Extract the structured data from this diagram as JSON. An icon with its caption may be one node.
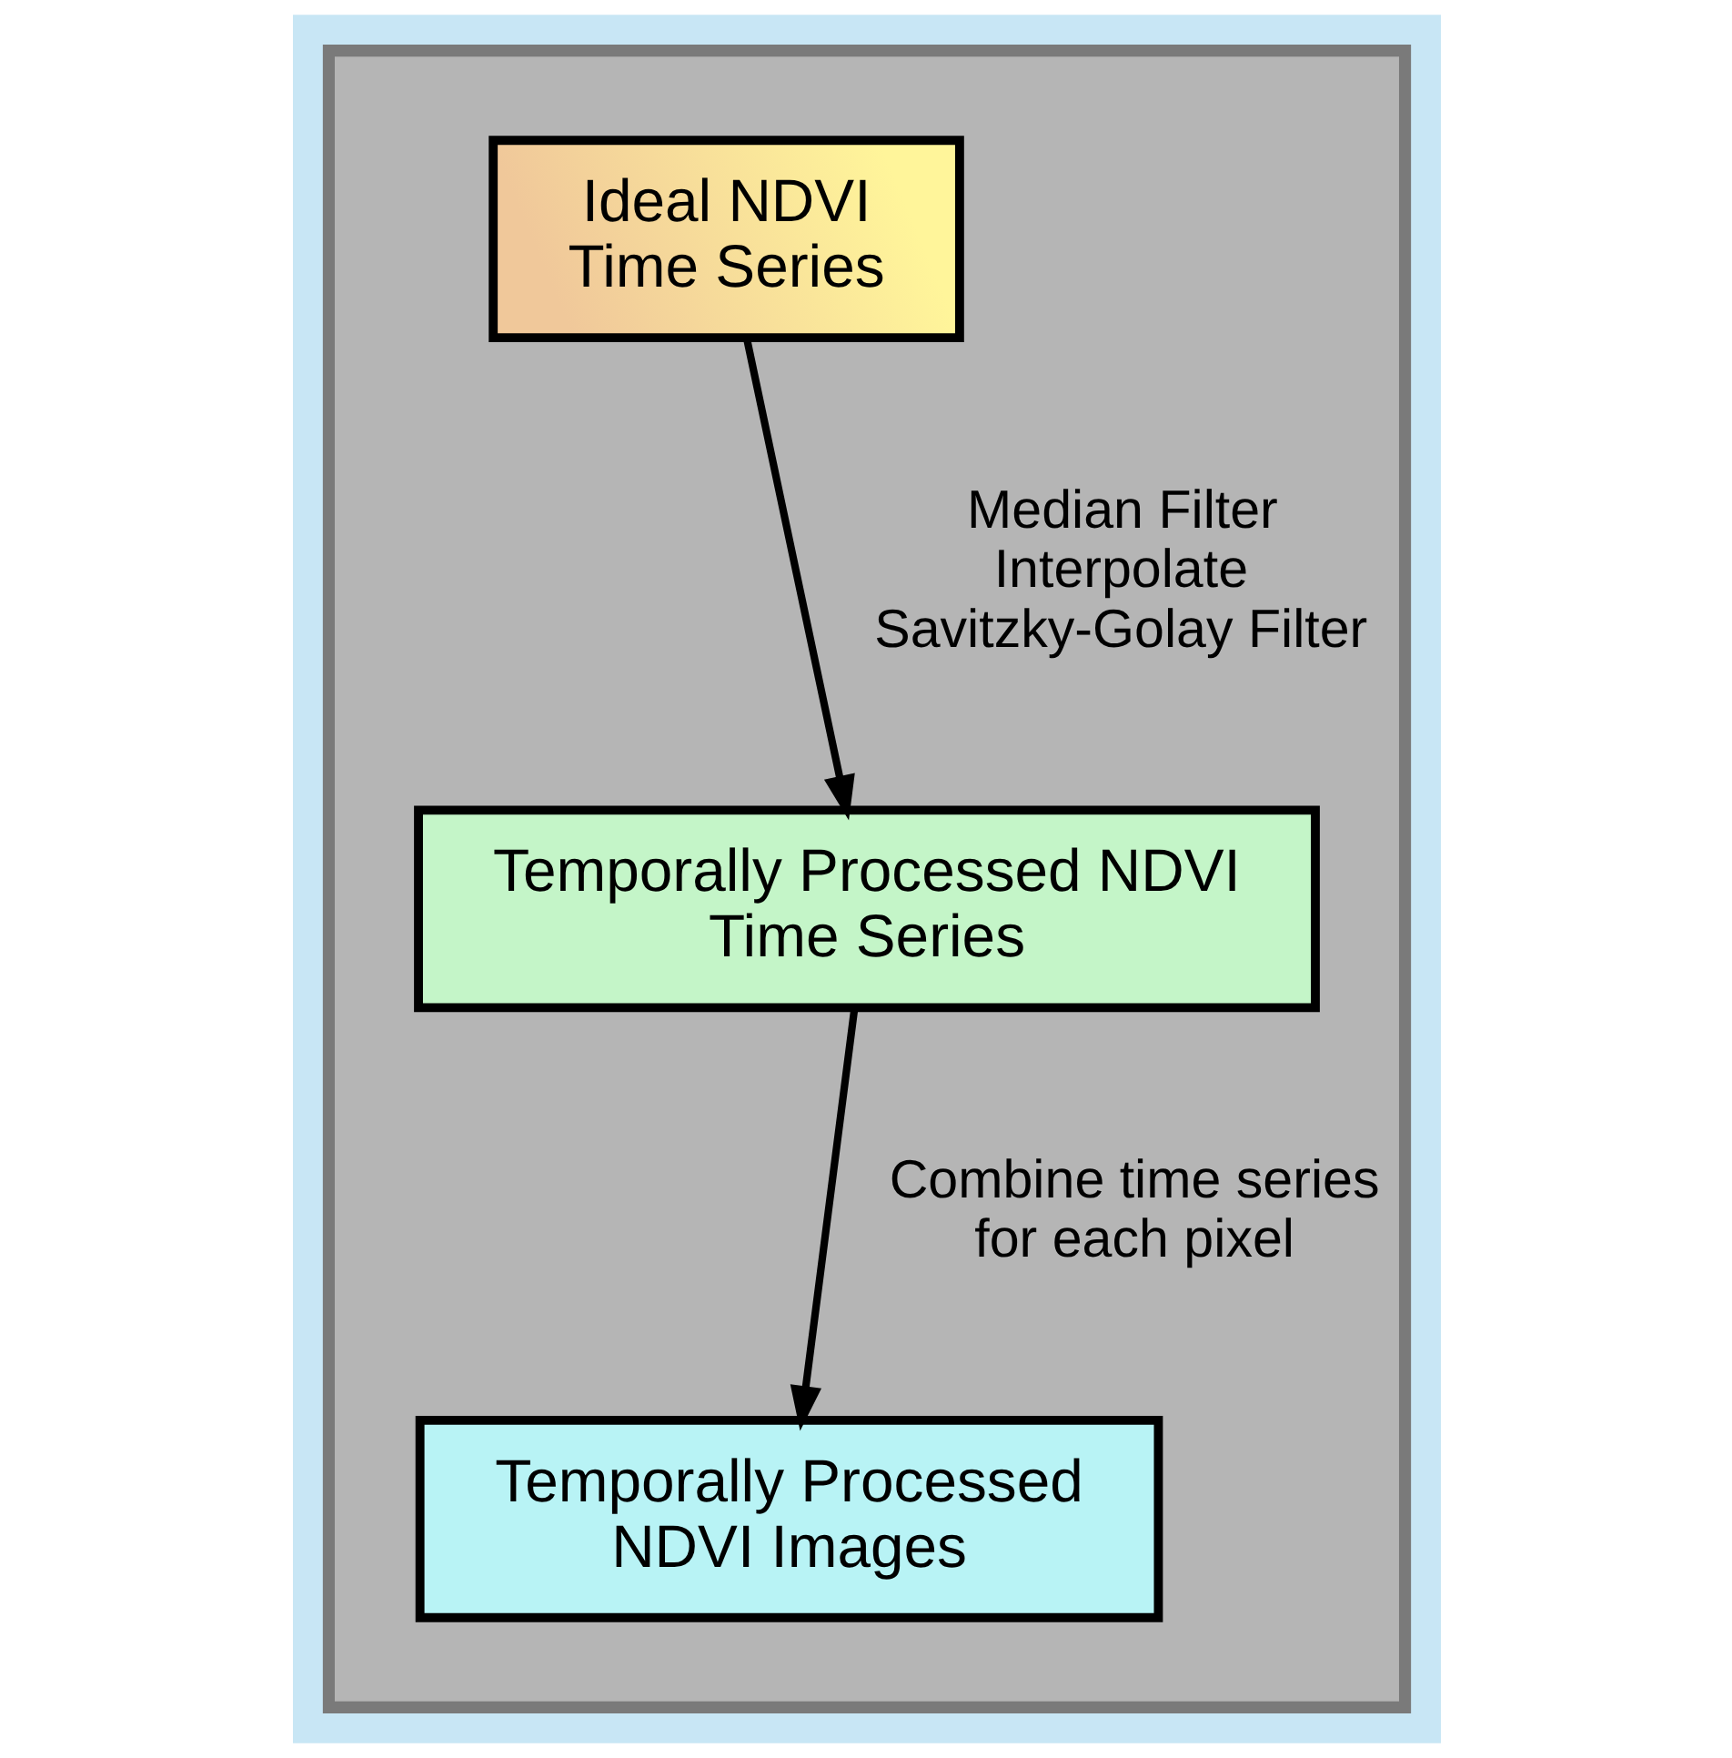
{
  "diagram": {
    "nodes": [
      {
        "text": [],
        "shape": "box"
      },
      {
        "text": [
          "Ideal NDVI Time Series"
        ],
        "in": 0
      },
      {
        "text": [
          "Temporally Processed NDVI Time Series"
        ],
        "in": 0
      },
      {
        "text": [
          "Temporally Processed NDVI Images"
        ],
        "in": 0
      }
    ],
    "edges": [
      {
        "from": 1,
        "to": 2,
        "arrow": "to",
        "label": "Median Filter Interpolate Savitzky-Golay Filter"
      },
      {
        "from": 2,
        "to": 3,
        "arrow": "to",
        "label": "Combine time series for each pixel"
      }
    ]
  }
}
